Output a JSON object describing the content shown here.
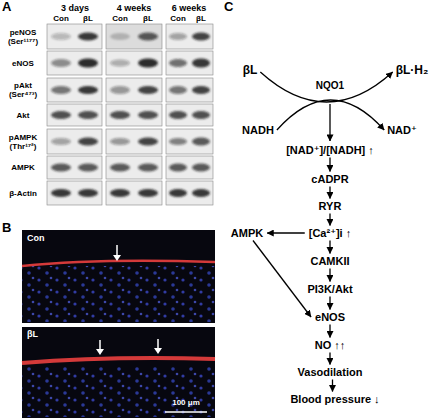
{
  "diagram": {
    "nodes": [
      {
        "text": [
          "βL"
        ]
      },
      {
        "text": [
          "βL·H₂"
        ]
      },
      {
        "text": [
          "NADH"
        ]
      },
      {
        "text": [
          "NAD⁺"
        ]
      },
      {
        "text": [
          "[NAD⁺]/[NADH] ↑"
        ]
      },
      {
        "text": [
          "cADPR"
        ]
      },
      {
        "text": [
          "RYR"
        ]
      },
      {
        "text": [
          "AMPK"
        ]
      },
      {
        "text": [
          "[Ca²⁺]i ↑"
        ]
      },
      {
        "text": [
          "CAMKII"
        ]
      },
      {
        "text": [
          "PI3K/Akt"
        ]
      },
      {
        "text": [
          "eNOS"
        ]
      },
      {
        "text": [
          "NO ↑↑"
        ]
      },
      {
        "text": [
          "Vasodilation"
        ]
      },
      {
        "text": [
          "Blood pressure ↓"
        ]
      }
    ],
    "edges": [
      {
        "from": 0,
        "to": 1,
        "arrow": "to"
      },
      {
        "from": 2,
        "to": 3,
        "arrow": "to"
      },
      {
        "from": 4,
        "to": 5,
        "arrow": "to"
      },
      {
        "from": 5,
        "to": 6,
        "arrow": "to"
      },
      {
        "from": 6,
        "to": 8,
        "arrow": "to"
      },
      {
        "from": 8,
        "to": 7,
        "arrow": "to"
      },
      {
        "from": 8,
        "to": 9,
        "arrow": "to"
      },
      {
        "from": 9,
        "to": 10,
        "arrow": "to"
      },
      {
        "from": 10,
        "to": 11,
        "arrow": "to"
      },
      {
        "from": 7,
        "to": 11,
        "arrow": "to"
      },
      {
        "from": 11,
        "to": 12,
        "arrow": "to"
      },
      {
        "from": 12,
        "to": 13,
        "arrow": "to"
      },
      {
        "from": 13,
        "to": 14,
        "arrow": "to"
      }
    ],
    "labels": [
      "A",
      "3 days",
      "4 weeks",
      "6 weeks",
      "Con",
      "βL",
      "Con",
      "βL",
      "Con",
      "βL",
      "peNOS (Ser¹¹⁷⁷)",
      "eNOS",
      "pAkt (Ser⁴⁷³)",
      "Akt",
      "pAMPK (Thr¹⁷²)",
      "AMPK",
      "β-Actin",
      "B",
      "Con",
      "βL",
      "100 μm",
      "C",
      "NQO1"
    ]
  }
}
